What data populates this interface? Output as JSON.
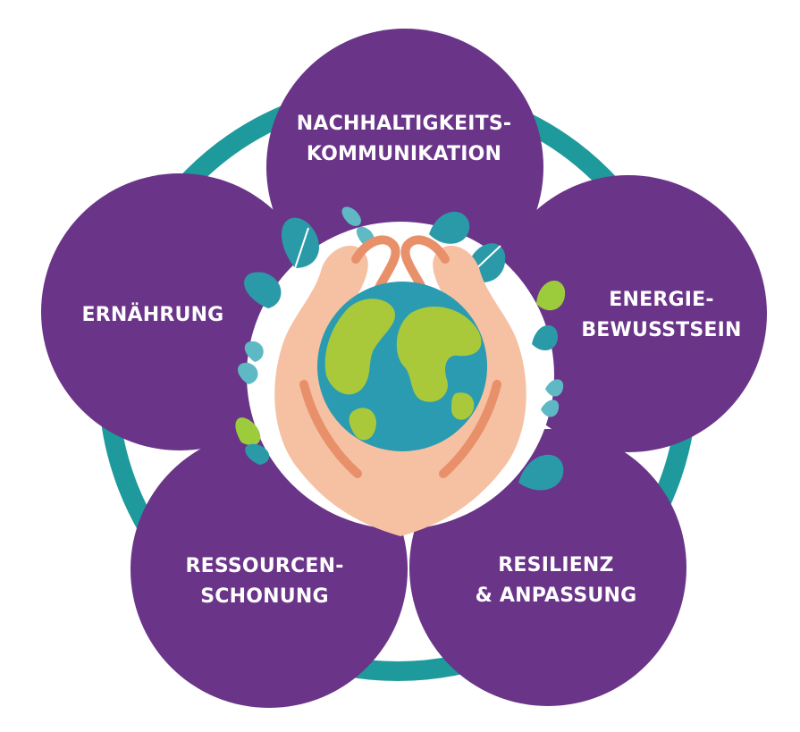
{
  "colors": {
    "ring": "#1e9a9c",
    "petal": "#6a3488",
    "center": "#ffffff",
    "globe_water": "#2a9bb0",
    "globe_land": "#a9c93a",
    "hand": "#f6c0a3",
    "hand_shadow": "#e8906a",
    "leaf": "#2a9aa9",
    "leaf_light": "#9ccb3b"
  },
  "petals": [
    {
      "id": "top",
      "lines": [
        "NACHHALTIGKEITS-",
        "KOMMUNIKATION"
      ]
    },
    {
      "id": "right",
      "lines": [
        "ENERGIE-",
        "BEWUSSTSEIN"
      ]
    },
    {
      "id": "bottom-right",
      "lines": [
        "RESILIENZ",
        "& ANPASSUNG"
      ]
    },
    {
      "id": "bottom-left",
      "lines": [
        "RESSOURCEN-",
        "SCHONUNG"
      ]
    },
    {
      "id": "left",
      "lines": [
        "ERNÄHRUNG"
      ]
    }
  ],
  "center": {
    "icons": [
      "hands-holding-globe-icon",
      "leaf-icon"
    ]
  }
}
